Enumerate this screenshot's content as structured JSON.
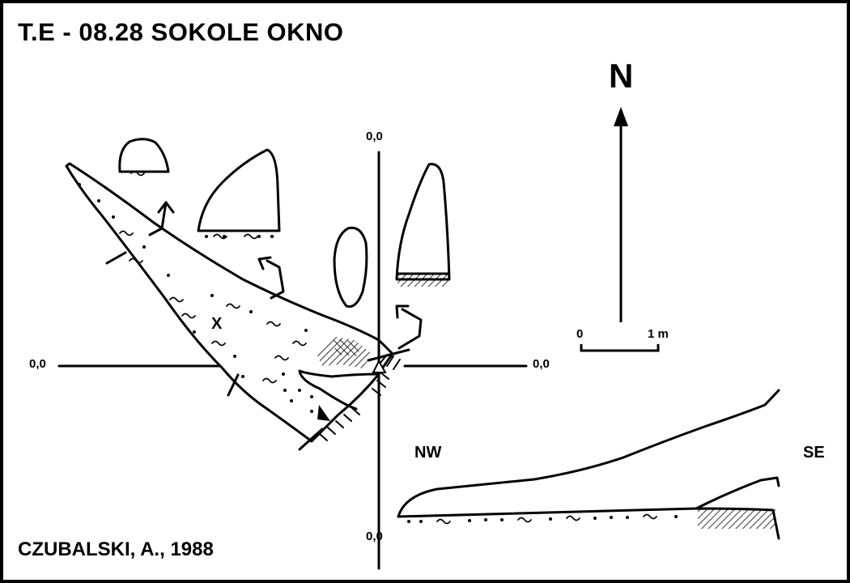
{
  "title": "T.E - 08.28  SOKOLE OKNO",
  "author_credit": "CZUBALSKI, A., 1988",
  "north_label": "N",
  "axis_labels": {
    "top": "0,0",
    "left": "0,0",
    "right": "0,0",
    "profile_bottom": "0,0"
  },
  "scale_bar": {
    "start": "0",
    "end": "1 m"
  },
  "profile": {
    "left_label": "NW",
    "right_label": "SE"
  },
  "plan_marker": "X",
  "colors": {
    "ink": "#000000",
    "background": "#ffffff"
  }
}
